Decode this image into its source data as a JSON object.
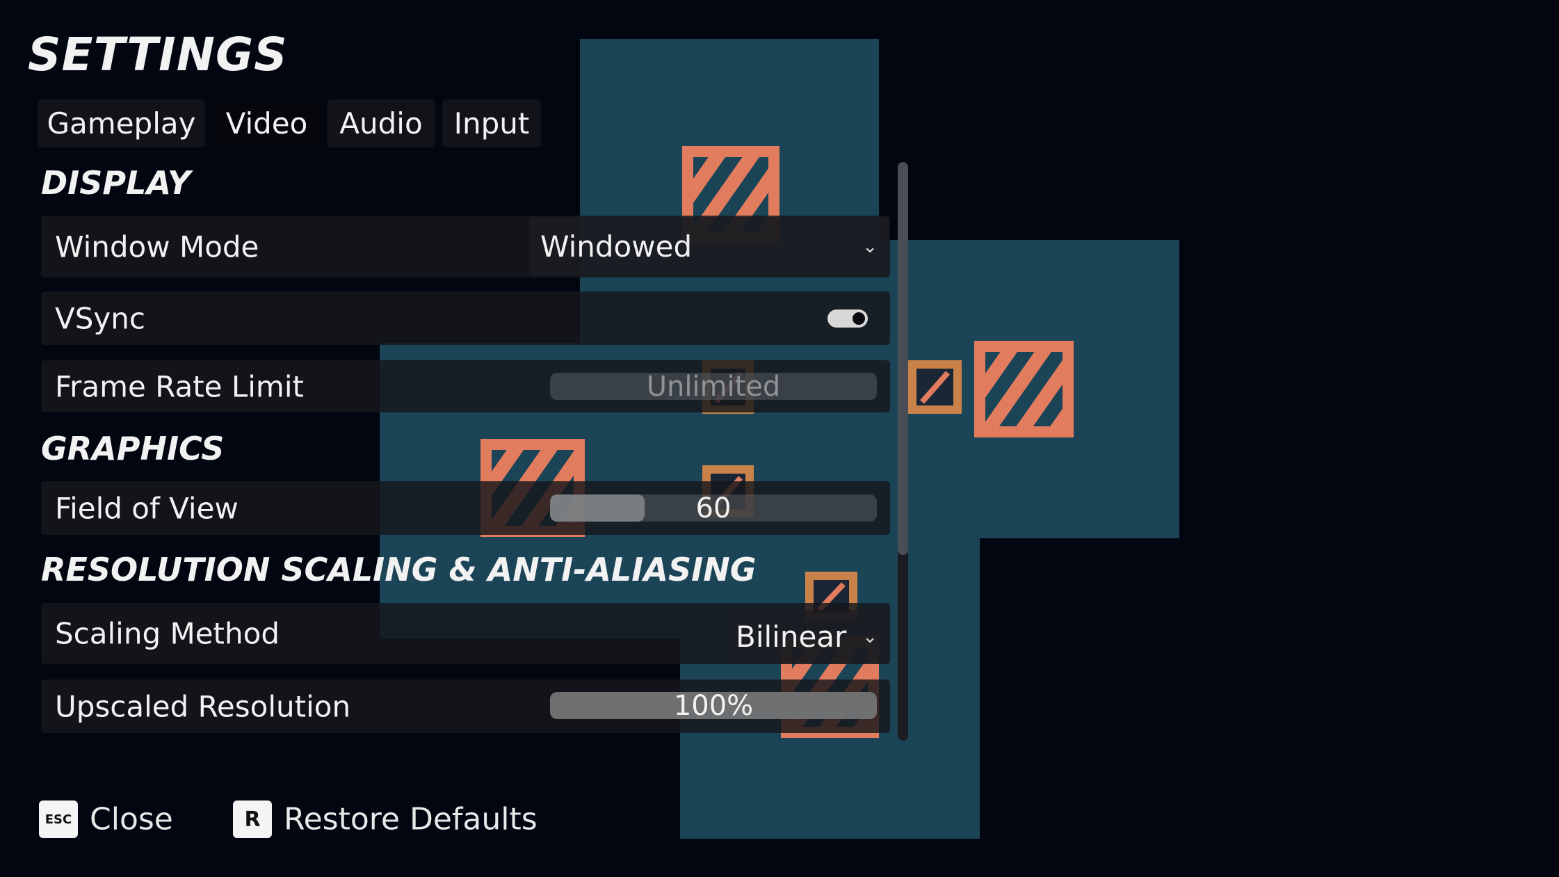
{
  "title": "SETTINGS",
  "tabs": [
    {
      "label": "Gameplay",
      "active": false
    },
    {
      "label": "Video",
      "active": true
    },
    {
      "label": "Audio",
      "active": false
    },
    {
      "label": "Input",
      "active": false
    }
  ],
  "sections": {
    "display": "DISPLAY",
    "graphics": "GRAPHICS",
    "resolution": "RESOLUTION SCALING & ANTI-ALIASING"
  },
  "settings": {
    "window_mode": {
      "label": "Window Mode",
      "value": "Windowed"
    },
    "vsync": {
      "label": "VSync",
      "enabled": true
    },
    "frame_rate_limit": {
      "label": "Frame Rate Limit",
      "value": "Unlimited"
    },
    "field_of_view": {
      "label": "Field of View",
      "value": "60",
      "fill_fraction": 0.29
    },
    "scaling_method": {
      "label": "Scaling Method",
      "value": "Bilinear"
    },
    "upscaled_resolution": {
      "label": "Upscaled Resolution",
      "value": "100%",
      "fill_fraction": 1.0
    }
  },
  "footer": {
    "close_key": "ESC",
    "close_label": "Close",
    "restore_key": "R",
    "restore_label": "Restore Defaults"
  },
  "colors": {
    "scene_teal": "#1b4457",
    "crate_orange": "#e27c5e",
    "background": "#020611"
  }
}
